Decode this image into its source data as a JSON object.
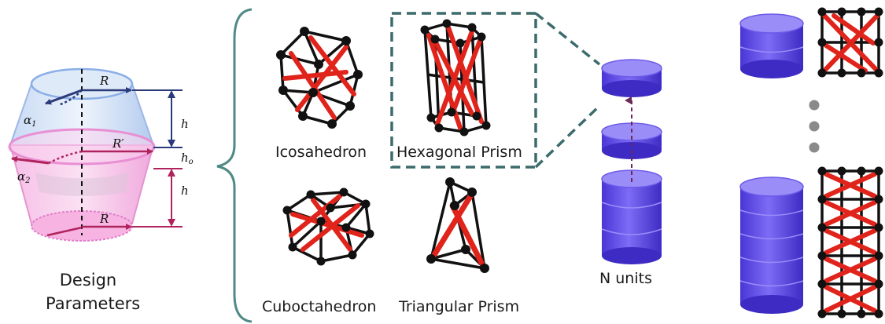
{
  "design_parameters": {
    "title_line1": "Design",
    "title_line2": "Parameters",
    "symbols": {
      "R_top": "R",
      "R_mid": "R′",
      "R_bottom": "R",
      "h_upper": "h",
      "h_o": "h",
      "h_o_sub": "o",
      "h_lower": "h",
      "alpha1": "α",
      "alpha1_sub": "1",
      "alpha2": "α",
      "alpha2_sub": "2"
    }
  },
  "polyhedra": [
    {
      "label": "Icosahedron"
    },
    {
      "label": "Hexagonal Prism"
    },
    {
      "label": "Cuboctahedron"
    },
    {
      "label": "Triangular Prism"
    }
  ],
  "stacking": {
    "label": "N units"
  },
  "colors": {
    "brace": "#4f8a86",
    "highlight_box": "#3d6b6c",
    "cylinder": "#5a48e8",
    "strut_red": "#e0241b",
    "strut_black": "#111111",
    "frustum_top": "#a9c3ea",
    "frustum_bottom": "#f3b7e3",
    "dim_navy": "#2b3a7a",
    "dim_crimson": "#b0245e",
    "dots": "#8a8a8a"
  }
}
